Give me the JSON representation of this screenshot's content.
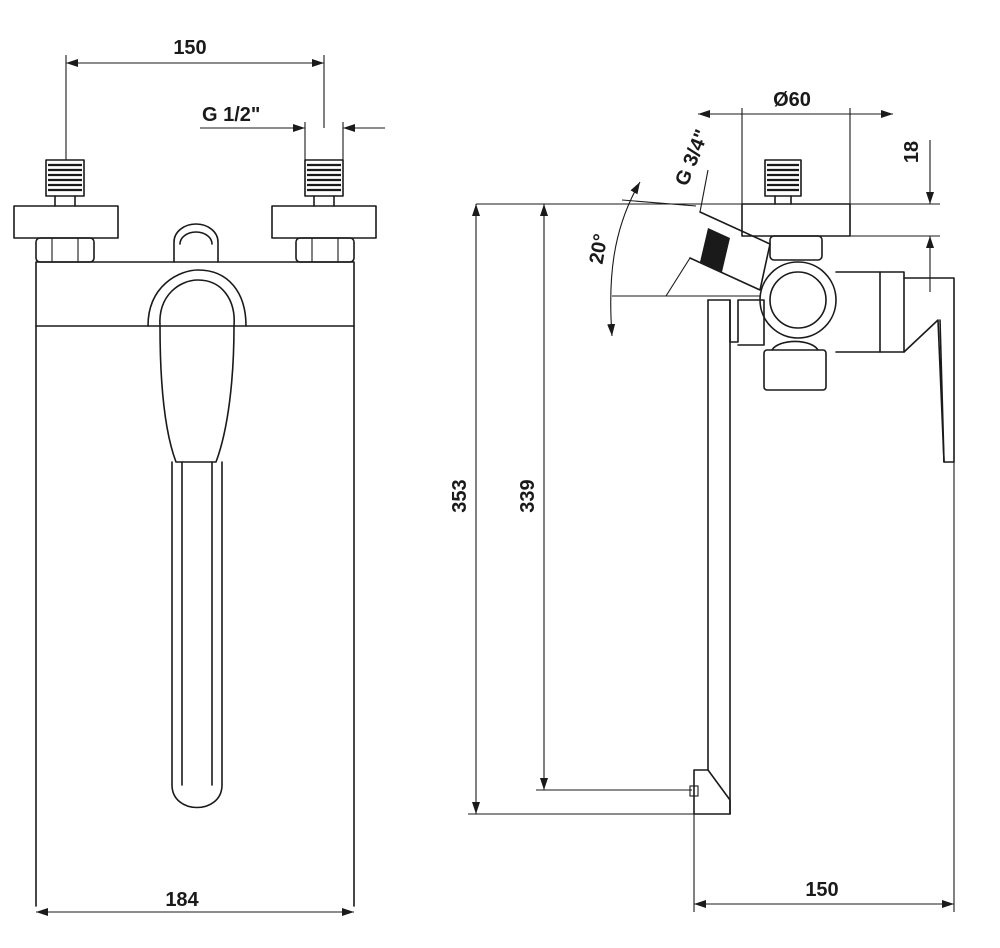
{
  "front_view": {
    "dim_inlet_spacing": "150",
    "dim_inlet_thread": "G 1/2\"",
    "dim_body_width": "184"
  },
  "side_view": {
    "dim_escutcheon_diameter": "Ø60",
    "dim_escutcheon_depth": "18",
    "dim_outlet_thread": "G 3/4\"",
    "dim_outlet_angle": "20°",
    "dim_total_height": "353",
    "dim_spout_height": "339",
    "dim_projection": "150"
  },
  "colors": {
    "line": "#1a1a1a",
    "background": "#ffffff"
  }
}
